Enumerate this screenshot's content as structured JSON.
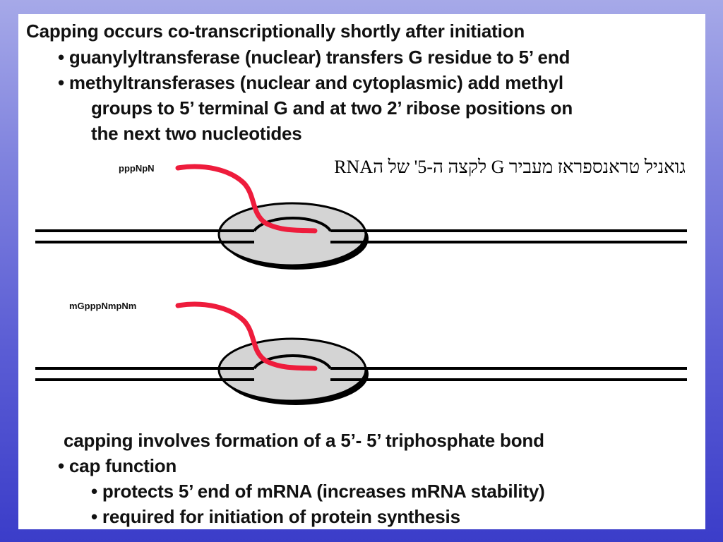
{
  "slide": {
    "heading": "Capping occurs co-transcriptionally shortly after initiation",
    "bullets_top": [
      "• guanylyltransferase (nuclear) transfers G residue to 5’ end",
      "• methyltransferases (nuclear and cytoplasmic) add methyl",
      "groups to 5’ terminal G and at two 2’ ribose positions on",
      "the next two nucleotides"
    ],
    "hebrew_note": "גואניל טראנספראז מעביר G לקצה ה-5' של הRNA",
    "diagram": {
      "label_top": "pppNpN",
      "label_bottom": "mGpppNmpNm",
      "colors": {
        "rna_strand": "#ee1c3c",
        "polymerase_fill": "#d4d4d4",
        "dna_line": "#000000"
      }
    },
    "bottom_lines": [
      "capping involves formation of a 5’- 5’ triphosphate bond",
      "• cap function",
      "• protects 5’ end of mRNA (increases mRNA stability)",
      "• required for initiation of protein synthesis"
    ]
  }
}
